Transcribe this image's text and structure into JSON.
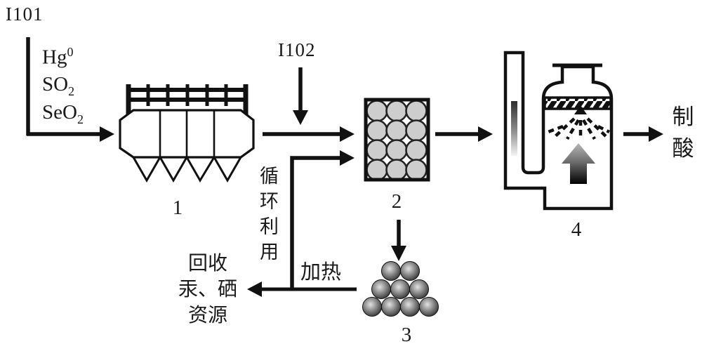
{
  "diagram": {
    "title_hint": "flue-gas mercury/selenium recovery process flow",
    "streams": {
      "inlet": "I101",
      "additive": "I102"
    },
    "inlet_species": [
      {
        "base": "Hg",
        "sup": "0",
        "sub": ""
      },
      {
        "base": "SO",
        "sup": "",
        "sub": "2"
      },
      {
        "base": "SeO",
        "sup": "",
        "sub": "2"
      }
    ],
    "units": [
      {
        "number": "1",
        "icon": "esp-dust-collector"
      },
      {
        "number": "2",
        "icon": "adsorbent-packed-bed"
      },
      {
        "number": "3",
        "icon": "spent-sorbent-pile"
      },
      {
        "number": "4",
        "icon": "spray-absorber-tower"
      }
    ],
    "labels": {
      "recycle": "循环利用",
      "heating": "加热",
      "recovery_line1": "回收",
      "recovery_line2": "汞、硒",
      "recovery_line3": "资源",
      "acid_line1": "制",
      "acid_line2": "酸"
    },
    "colors": {
      "ink": "#111111",
      "bed_ball_fill": "#cdcdcd",
      "sphere_dark": "#151515",
      "sphere_light": "#e0e0e0",
      "flow_gray": "#8f8f8f",
      "background": "#ffffff"
    }
  }
}
